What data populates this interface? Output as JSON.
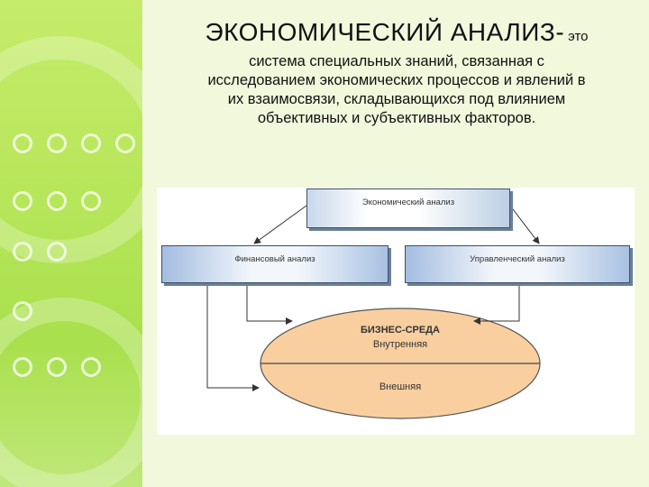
{
  "title": {
    "main": "ЭКОНОМИЧЕСКИЙ АНАЛИЗ-",
    "suffix": "это",
    "description_lines": [
      "система специальных знаний, связанная с",
      "исследованием экономических процессов и явлений в",
      "их взаимосвязи, складывающихся под влиянием",
      "объективных и субъективных факторов."
    ]
  },
  "diagram": {
    "top_box": "Экономический анализ",
    "left_box": "Финансовый анализ",
    "right_box": "Управленческий анализ",
    "ellipse": {
      "title": "БИЗНЕС-СРЕДА",
      "upper_label": "Внутренняя",
      "lower_label": "Внешняя"
    }
  },
  "colors": {
    "background": "#f1f8dc",
    "left_band": "#b7e65a",
    "ellipse_fill": "#f9cfa0",
    "box_border": "#3e4f66"
  }
}
